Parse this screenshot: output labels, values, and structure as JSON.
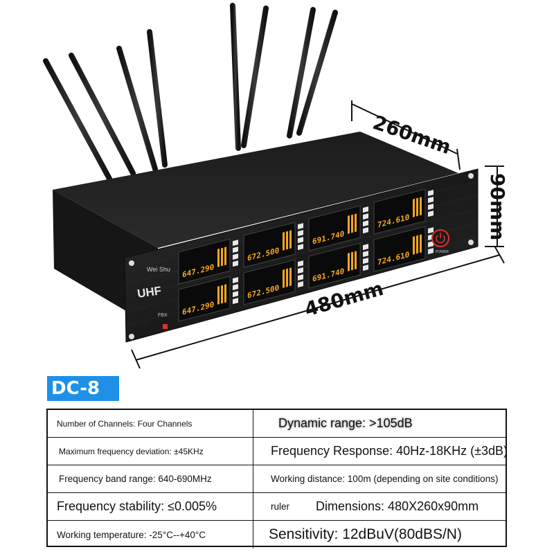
{
  "product": {
    "brand_text": "Wei Shu",
    "front_label": "UHF",
    "fbx_label": "FBX",
    "power_label": "POWER"
  },
  "dimensions": {
    "depth_label": "260mm",
    "height_label": "90mm",
    "width_label": "480mm"
  },
  "model": {
    "name": "DC-8"
  },
  "specs": [
    {
      "left": "Number of Channels: Four Channels",
      "right": "Dynamic range: >105dB"
    },
    {
      "left": "Maximum frequency deviation: ±45KHz",
      "right": "Frequency Response: 40Hz-18KHz (±3dB)"
    },
    {
      "left": "Frequency band range: 640-690MHz",
      "right": "Working distance: 100m (depending on site conditions)"
    },
    {
      "left": "Frequency stability: ≤0.005%",
      "right_prefix": "ruler",
      "right": "Dimensions: 480X260x90mm"
    },
    {
      "left": "Working temperature: -25°C--+40°C",
      "right": "Sensitivity: 12dBuV(80dBS/N)"
    }
  ],
  "lcd_readings": [
    "647.290",
    "672.500",
    "691.740",
    "724.610",
    "647.290",
    "672.500",
    "691.740",
    "724.610"
  ],
  "colors": {
    "badge": "#1e90e8",
    "lcd_bg": "#0a0a0a",
    "lcd_text": "#f5a623",
    "chassis": "#1f1f1f",
    "power_ring": "#e03030"
  }
}
